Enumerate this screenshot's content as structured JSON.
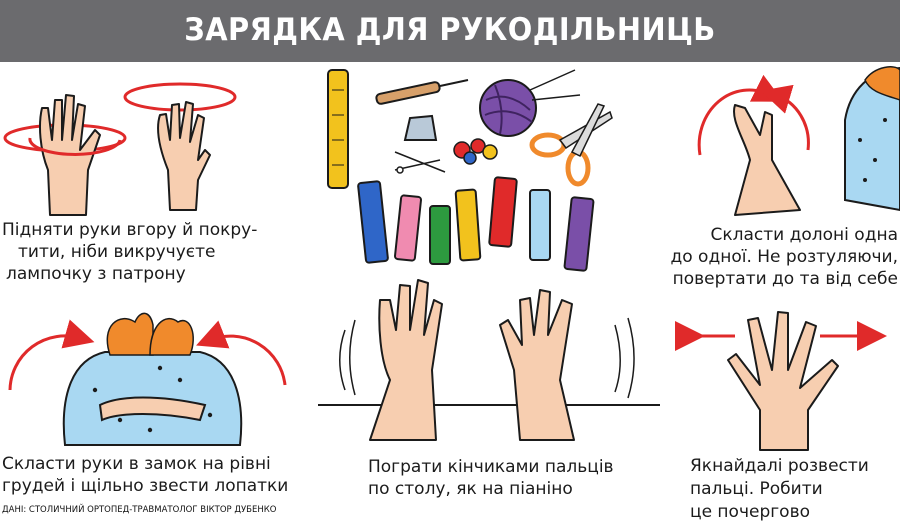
{
  "header": {
    "title": "ЗАРЯДКА ДЛЯ РУКОДІЛЬНИЦЬ"
  },
  "exercises": {
    "rotate": {
      "lines": [
        "Підняти руки вгору й покру-",
        "тити, ніби викручуєте",
        "лампочку з патрону"
      ]
    },
    "palms": {
      "lines": [
        "Скласти долоні одна",
        "до одної. Не розтуляючи,",
        "повертати до та від себе"
      ]
    },
    "lock": {
      "lines": [
        "Скласти руки в замок на рівні",
        "грудей і щільно звести лопатки"
      ]
    },
    "piano": {
      "lines": [
        "Пограти кінчиками пальців",
        "по столу, як на піаніно"
      ]
    },
    "spread": {
      "lines": [
        "Якнайдалі розвести",
        "пальці. Робити",
        "це почергово"
      ]
    }
  },
  "source": "ДАНІ: СТОЛИЧНИЙ ОРТОПЕД-ТРАВМАТОЛОГ ВІКТОР ДУБЕНКО",
  "colors": {
    "header_bg": "#6b6b6e",
    "skin": "#f7ceb0",
    "arrow_red": "#e02a2a",
    "shirt_blue": "#a9d8f2",
    "hair_orange": "#f08a2c"
  }
}
